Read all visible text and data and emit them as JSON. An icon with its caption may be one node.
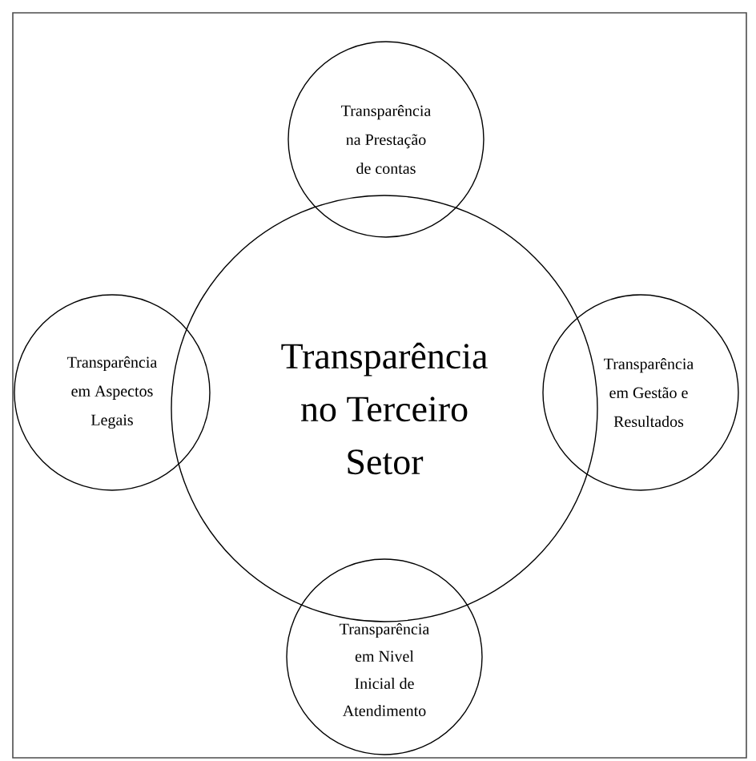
{
  "diagram": {
    "nodes": [
      {
        "text": [
          "Transparência na Prestação de contas"
        ]
      },
      {
        "text": [
          "Transparência em Aspectos Legais"
        ]
      },
      {
        "text": [
          "Transparência no Terceiro Setor"
        ]
      },
      {
        "text": [
          "Transparência em Gestão e Resultados"
        ]
      },
      {
        "text": [
          "Transparência em Nivel Inicial de Atendimento"
        ]
      }
    ]
  }
}
